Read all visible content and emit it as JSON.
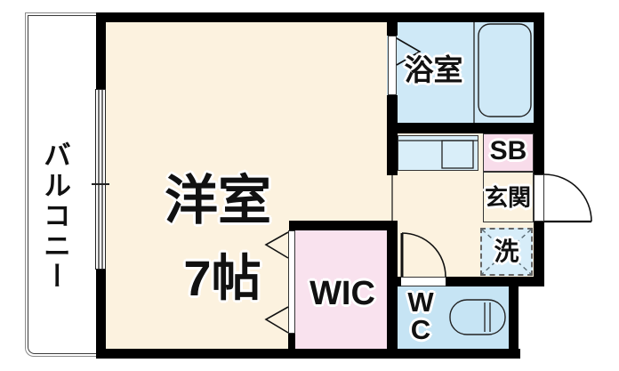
{
  "floorplan": {
    "rooms": {
      "balcony": {
        "label": "バルコニー"
      },
      "main_room": {
        "label": "洋室",
        "size": "7帖"
      },
      "bathroom": {
        "label": "浴室"
      },
      "shoe_box": {
        "label": "SB"
      },
      "entrance": {
        "label": "玄関"
      },
      "laundry": {
        "label": "洗"
      },
      "walk_in_closet": {
        "label": "WIC"
      },
      "toilet": {
        "label_line1": "W",
        "label_line2": "C"
      }
    },
    "colors": {
      "floor_cream": "#fcf2df",
      "water_blue": "#cfe9f7",
      "toilet_blue": "#c6e4f4",
      "closet_pink": "#f9e2ee",
      "shoebox_pink": "#f8dcea",
      "laundry_blue": "#d7edf9",
      "vanity_blue": "#d9eef9",
      "wall_black": "#000000"
    }
  }
}
